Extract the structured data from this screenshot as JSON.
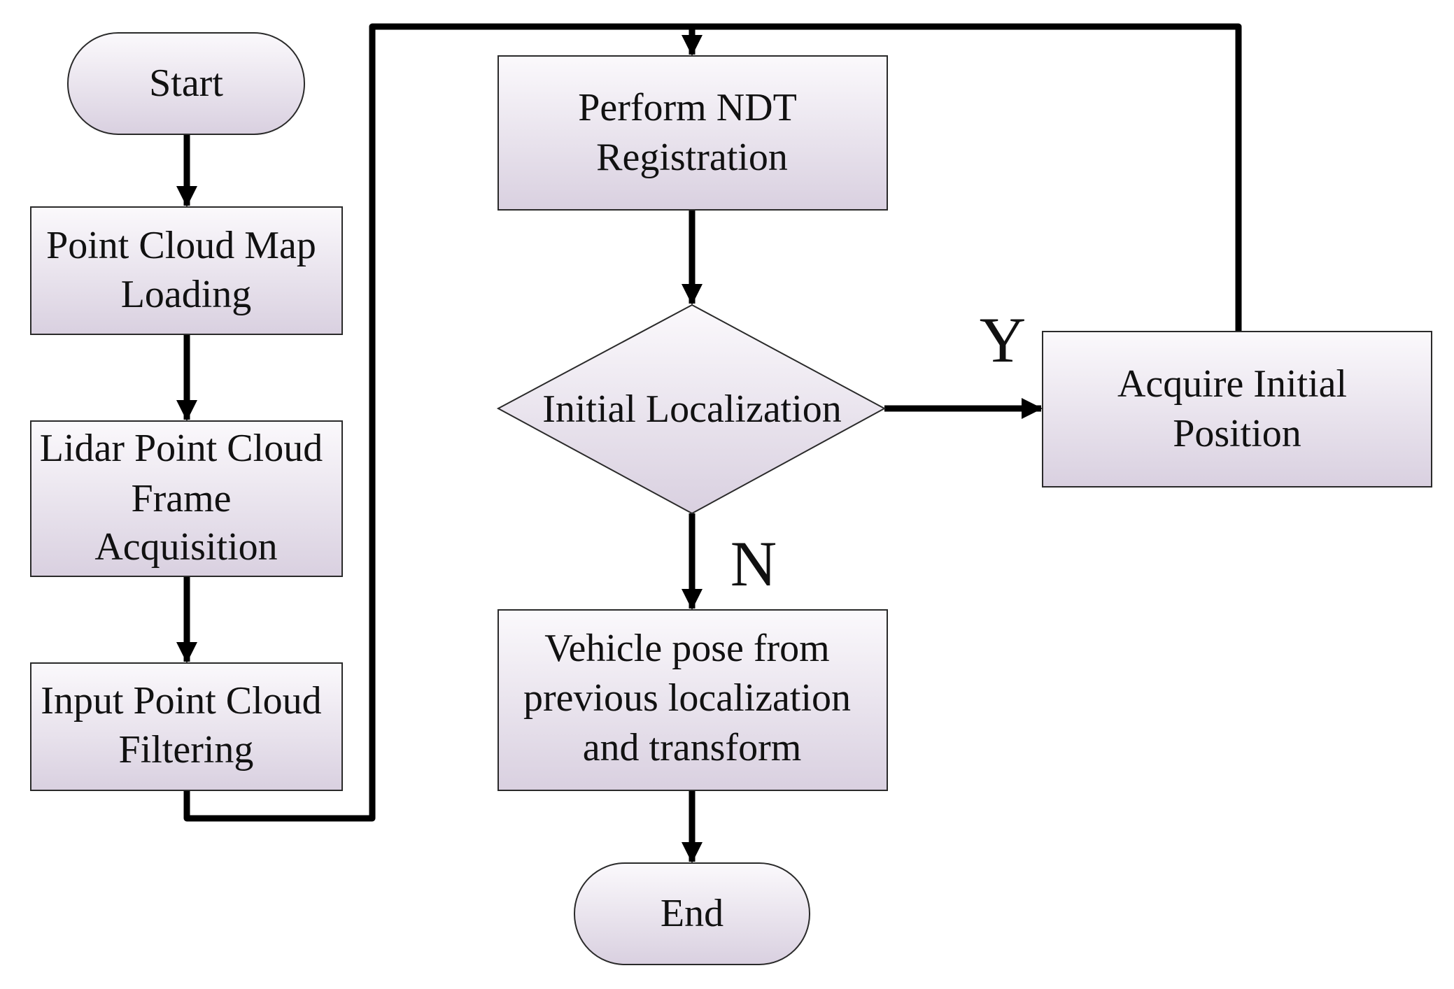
{
  "colors": {
    "node_fill_top": "#fbf9fc",
    "node_fill_bottom": "#d9d0e0",
    "node_stroke": "#2a2a2a",
    "connector": "#000000"
  },
  "nodes": {
    "start": {
      "label": "Start"
    },
    "map_loading": {
      "lines": [
        "Point Cloud Map",
        "Loading"
      ]
    },
    "frame_acquisition": {
      "lines": [
        "Lidar Point Cloud",
        "Frame",
        "Acquisition"
      ]
    },
    "filtering": {
      "lines": [
        "Input Point Cloud",
        "Filtering"
      ]
    },
    "ndt_registration": {
      "lines": [
        "Perform NDT",
        "Registration"
      ]
    },
    "initial_localization": {
      "label": "Initial Localization"
    },
    "acquire_position": {
      "lines": [
        "Acquire Initial",
        "Position"
      ]
    },
    "vehicle_pose": {
      "lines": [
        "Vehicle pose from",
        "previous localization",
        "and transform"
      ]
    },
    "end": {
      "label": "End"
    }
  },
  "branches": {
    "yes": "Y",
    "no": "N"
  }
}
